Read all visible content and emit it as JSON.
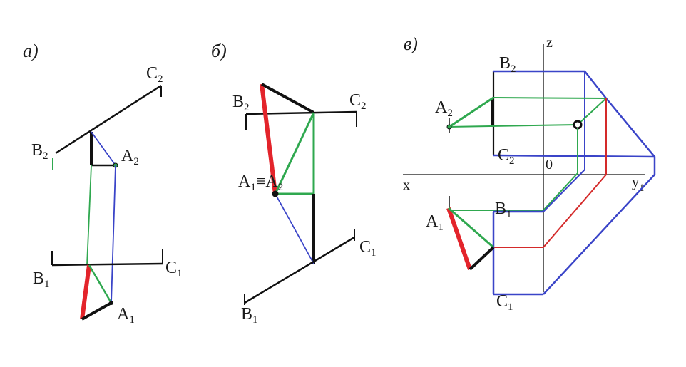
{
  "colors": {
    "black": "#111111",
    "red": "#e3242b",
    "green": "#2fa84f",
    "blue": "#3a44c8",
    "darkred": "#d42a2a"
  },
  "panel_a": {
    "title": "а)",
    "labels": {
      "c2": {
        "main": "C",
        "sub": "2"
      },
      "b2": {
        "main": "B",
        "sub": "2"
      },
      "a2": {
        "main": "A",
        "sub": "2"
      },
      "b1": {
        "main": "B",
        "sub": "1"
      },
      "c1": {
        "main": "C",
        "sub": "1"
      },
      "a1": {
        "main": "A",
        "sub": "1"
      }
    }
  },
  "panel_b": {
    "title": "б)",
    "labels": {
      "b2": {
        "main": "B",
        "sub": "2"
      },
      "c2": {
        "main": "C",
        "sub": "2"
      },
      "a1a2": {
        "main": "A",
        "sub": "1",
        "mid": "≡A",
        "sub2": "2"
      },
      "c1": {
        "main": "C",
        "sub": "1"
      },
      "b1": {
        "main": "B",
        "sub": "1"
      }
    }
  },
  "panel_v": {
    "title": "в)",
    "axes": {
      "z": "z",
      "x": "x",
      "y": "y",
      "y_sub": "1",
      "origin": "0"
    },
    "labels": {
      "b2": {
        "main": "B",
        "sub": "2"
      },
      "a2": {
        "main": "A",
        "sub": "2"
      },
      "c2": {
        "main": "C",
        "sub": "2"
      },
      "b1": {
        "main": "B",
        "sub": "1"
      },
      "a1": {
        "main": "A",
        "sub": "1"
      },
      "c1": {
        "main": "C",
        "sub": "1"
      }
    }
  }
}
